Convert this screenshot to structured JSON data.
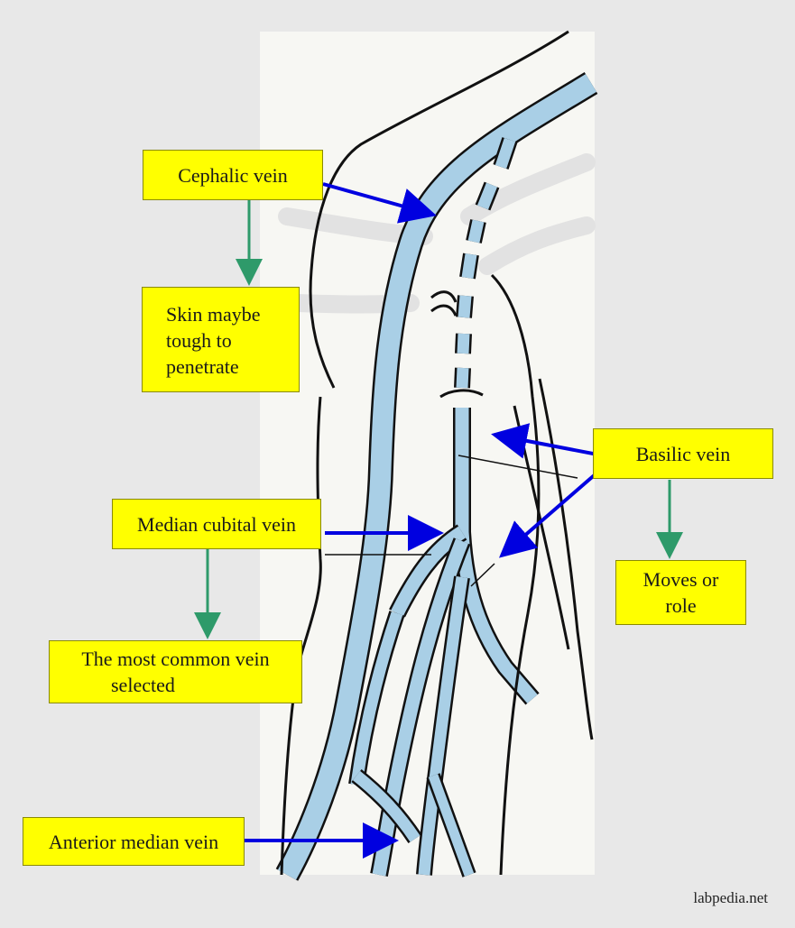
{
  "labels": {
    "cephalic": "Cephalic vein",
    "skin_line1": "Skin maybe",
    "skin_line2": "tough to",
    "skin_line3": "penetrate",
    "basilic": "Basilic vein",
    "moves_line1": "Moves or",
    "moves_line2": "role",
    "median_cubital": "Median cubital vein",
    "common_line1": "The most common vein",
    "common_line2": "selected",
    "anterior_median": "Anterior median vein"
  },
  "watermark": "labpedia.net",
  "colors": {
    "background": "#e8e8e8",
    "label_fill": "#ffff00",
    "pointer_arrow": "#0000e0",
    "note_arrow": "#2e9a6a",
    "vein_fill": "#a9cfe6",
    "outline": "#111111"
  }
}
